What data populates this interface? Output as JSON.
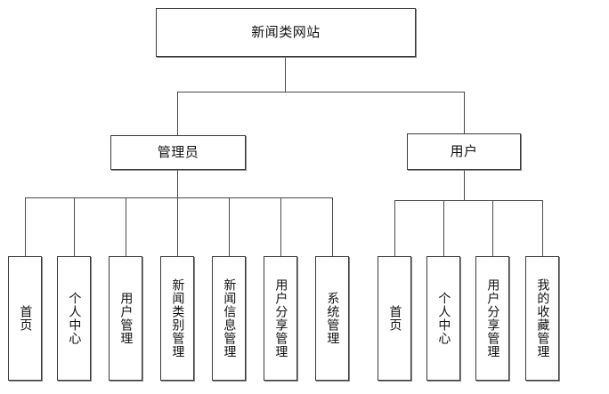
{
  "diagram": {
    "type": "organization-tree",
    "title_node": {
      "label": "新闻类网站"
    },
    "branches": [
      {
        "id": "admin",
        "label": "管理员",
        "children": [
          {
            "label": "首页"
          },
          {
            "label": "个人中心"
          },
          {
            "label": "用户管理"
          },
          {
            "label": "新闻类别管理"
          },
          {
            "label": "新闻信息管理"
          },
          {
            "label": "用户分享管理"
          },
          {
            "label": "系统管理"
          }
        ]
      },
      {
        "id": "user",
        "label": "用户",
        "children": [
          {
            "label": "首页"
          },
          {
            "label": "个人中心"
          },
          {
            "label": "用户分享管理"
          },
          {
            "label": "我的收藏管理"
          }
        ]
      }
    ],
    "colors": {
      "background": "#ffffff",
      "box_border": "#3a3a3a",
      "box_shadow": "#6e6e6e",
      "line": "#4a4a4a",
      "text": "#111111"
    }
  }
}
